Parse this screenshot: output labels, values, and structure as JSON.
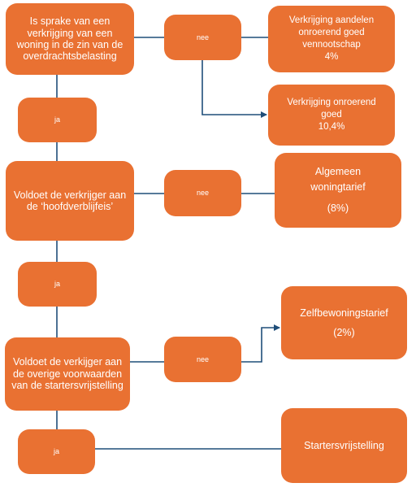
{
  "colors": {
    "box_fill": "#E97132",
    "connector": "#1F4E79",
    "text": "#FFFFFF"
  },
  "questions": {
    "q1": "Is sprake van een verkrijging van een woning in de zin van de overdrachtsbelasting",
    "q2": "Voldoet de verkrijger aan de ‘hoofdverblijfeis’",
    "q3": "Voldoet de verkijger aan de overige voorwaarden van de startersvrijstelling"
  },
  "labels": {
    "nee1": "nee",
    "nee2": "nee",
    "nee3": "nee",
    "ja1": "ja",
    "ja2": "ja",
    "ja3": "ja"
  },
  "results": {
    "r1": {
      "line1": "Verkrijging aandelen",
      "line2": "onroerend goed",
      "line3": "vennootschap",
      "rate": "4%"
    },
    "r2": {
      "line1": "Verkrijging onroerend",
      "line2": "goed",
      "rate": "10,4%"
    },
    "r3": {
      "line1": "Algemeen",
      "line2": "woningtarief",
      "rate": "(8%)"
    },
    "r4": {
      "line1": "Zelfbewoningstarief",
      "rate": "(2%)"
    },
    "r5": {
      "line1": "Startersvrijstelling"
    }
  }
}
